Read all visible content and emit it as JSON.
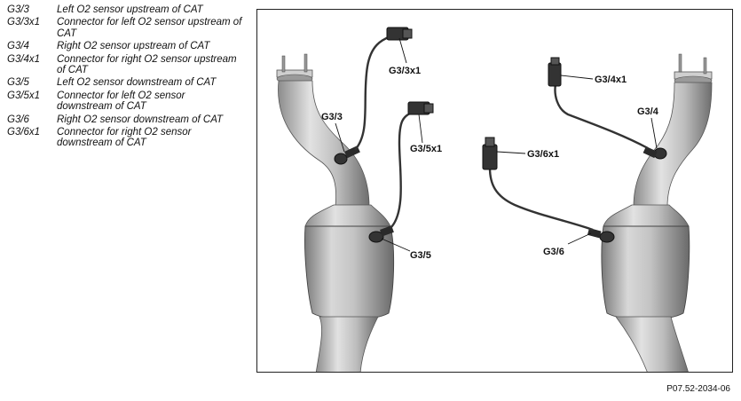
{
  "legend": [
    {
      "code": "G3/3",
      "desc": "Left O2 sensor upstream of CAT"
    },
    {
      "code": "G3/3x1",
      "desc": "Connector for left O2 sensor upstream of CAT"
    },
    {
      "code": "G3/4",
      "desc": "Right O2 sensor upstream of CAT"
    },
    {
      "code": "G3/4x1",
      "desc": "Connector for right O2 sensor upstream of CAT"
    },
    {
      "code": "G3/5",
      "desc": "Left O2 sensor downstream of CAT"
    },
    {
      "code": "G3/5x1",
      "desc": "Connector for left O2 sensor downstream of CAT"
    },
    {
      "code": "G3/6",
      "desc": "Right O2 sensor downstream of CAT"
    },
    {
      "code": "G3/6x1",
      "desc": "Connector for right O2 sensor downstream of CAT"
    }
  ],
  "callouts": {
    "g3_3x1": "G3/3x1",
    "g3_3": "G3/3",
    "g3_5x1": "G3/5x1",
    "g3_5": "G3/5",
    "g3_4x1": "G3/4x1",
    "g3_4": "G3/4",
    "g3_6x1": "G3/6x1",
    "g3_6": "G3/6"
  },
  "reference_code": "P07.52-2034-06"
}
